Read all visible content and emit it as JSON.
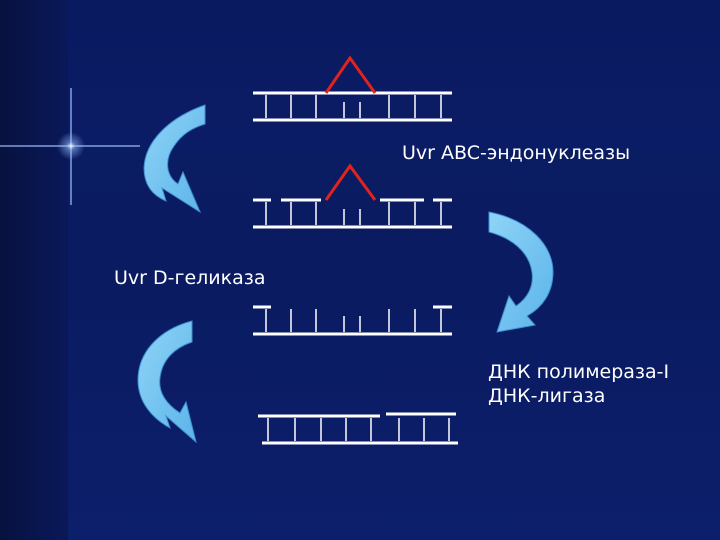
{
  "labels": {
    "uvr_abc": "Uvr ABC-эндонуклеазы",
    "uvr_d": "Uvr D-геликаза",
    "polymerase": "ДНК полимераза-I",
    "ligase": "ДНК-лигаза"
  },
  "colors": {
    "background": "#0b1c63",
    "strand": "#ffffff",
    "lesion": "#e0231c",
    "arrow_fill": "#6fc3f0",
    "arrow_edge": "#3f8fd0",
    "flare": "#9fc4ff"
  }
}
